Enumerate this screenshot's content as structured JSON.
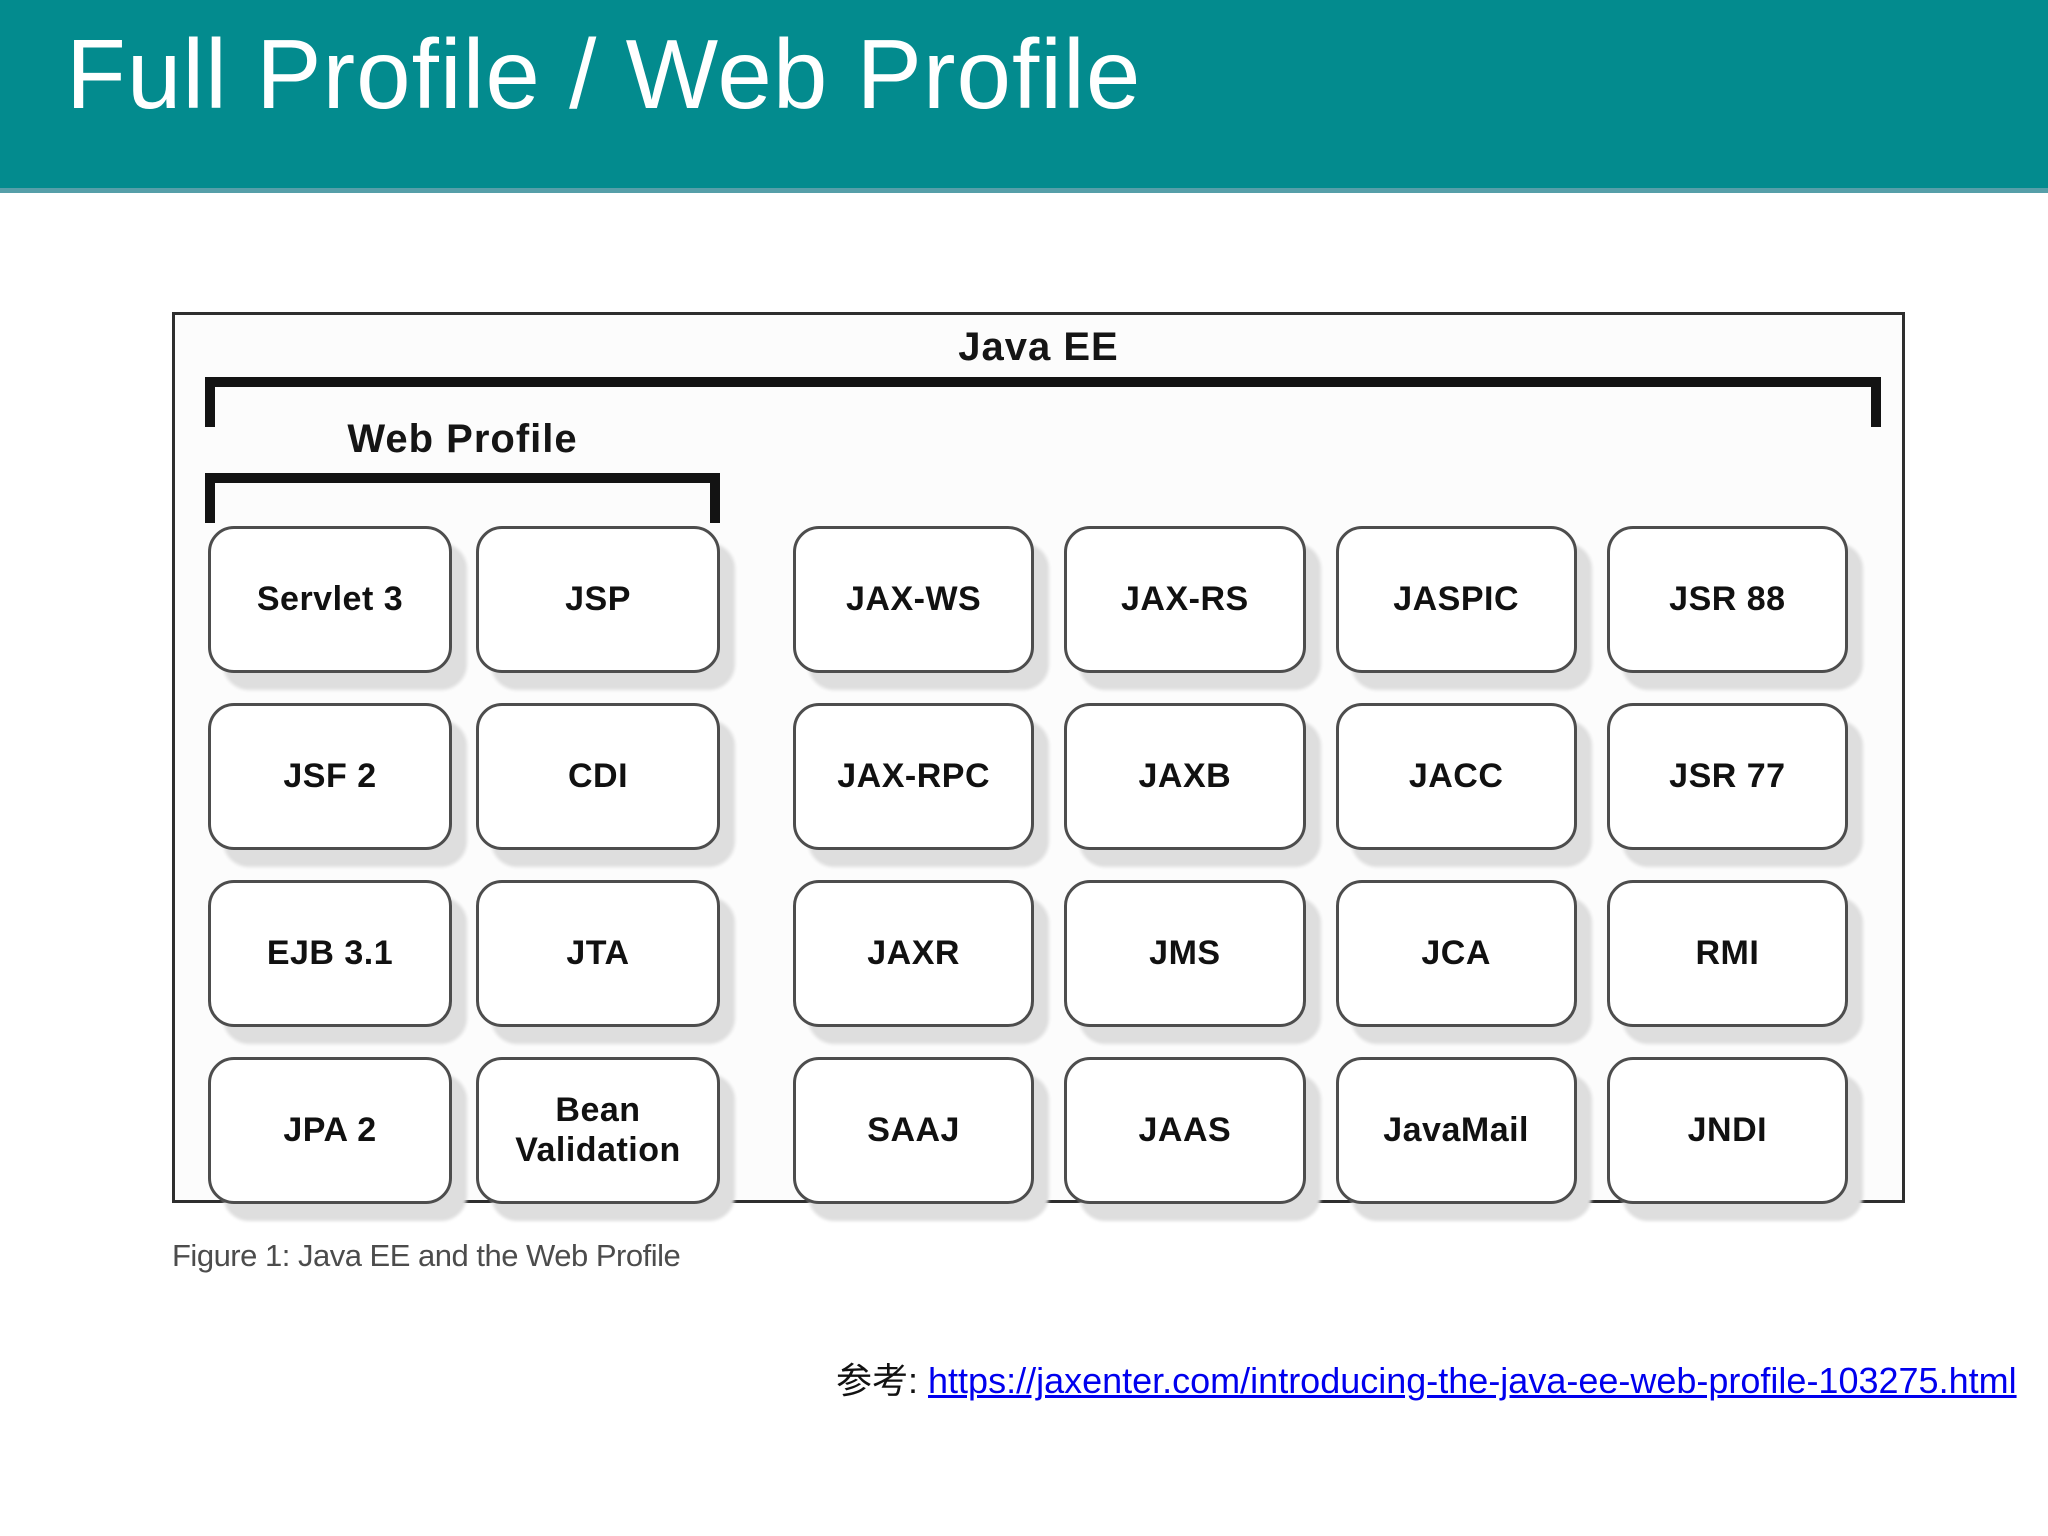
{
  "header": {
    "title": "Full Profile / Web Profile"
  },
  "figure": {
    "title": "Java EE",
    "group_label": "Web Profile",
    "caption": "Figure 1: Java EE and the Web Profile",
    "web_profile_rows": [
      [
        "Servlet 3",
        "JSP"
      ],
      [
        "JSF 2",
        "CDI"
      ],
      [
        "EJB 3.1",
        "JTA"
      ],
      [
        "JPA 2",
        "Bean Validation"
      ]
    ],
    "full_profile_rows": [
      [
        "JAX-WS",
        "JAX-RS",
        "JASPIC",
        "JSR 88"
      ],
      [
        "JAX-RPC",
        "JAXB",
        "JACC",
        "JSR 77"
      ],
      [
        "JAXR",
        "JMS",
        "JCA",
        "RMI"
      ],
      [
        "SAAJ",
        "JAAS",
        "JavaMail",
        "JNDI"
      ]
    ]
  },
  "reference": {
    "label": "参考: ",
    "link_text": "https://jaxenter.com/introducing-the-java-ee-web-profile-103275.html"
  },
  "colors": {
    "header_teal": "#038b8e",
    "link_blue": "#0000ee"
  }
}
